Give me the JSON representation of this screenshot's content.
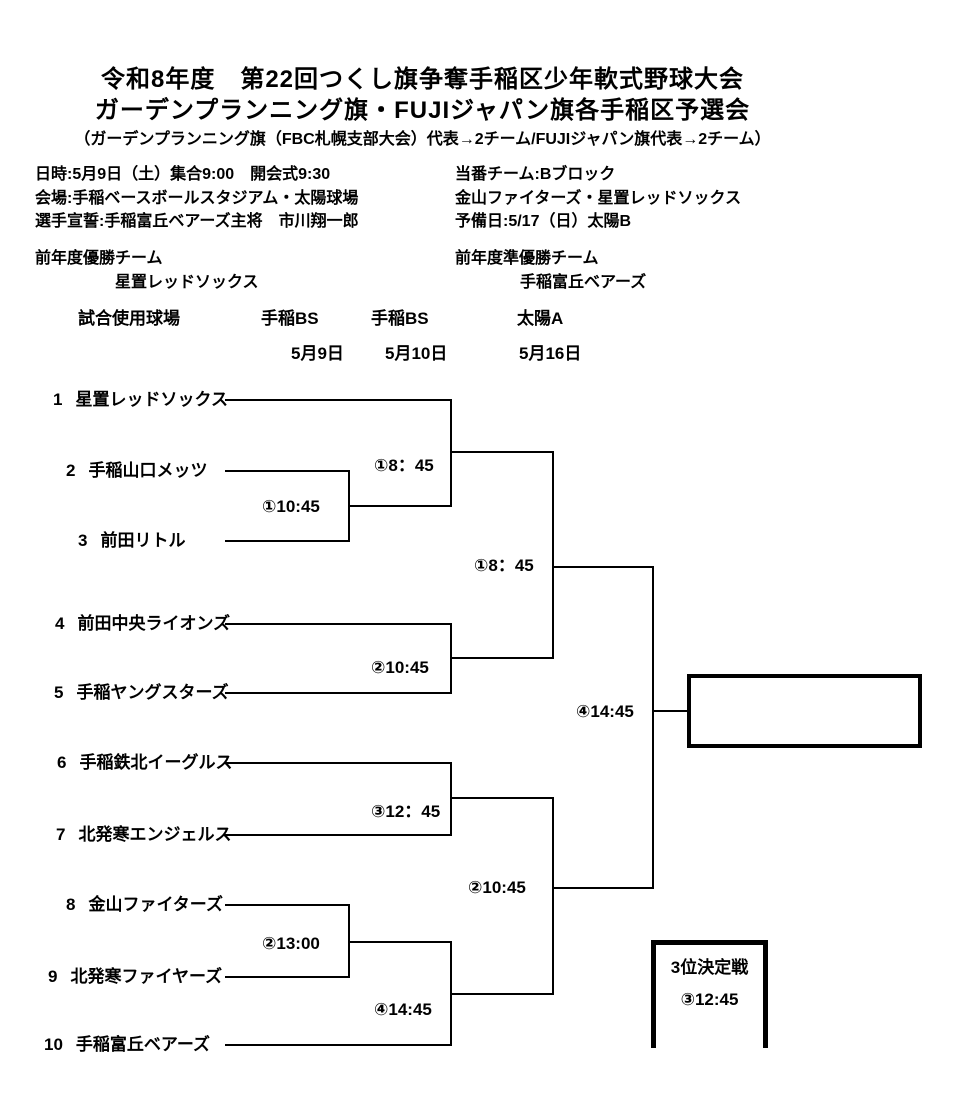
{
  "header": {
    "title_line1": "令和8年度　第22回つくし旗争奪手稲区少年軟式野球大会",
    "title_line2": "ガーデンプランニング旗・FUJIジャパン旗各手稲区予選会",
    "title_line3": "（ガーデンプランニング旗（FBC札幌支部大会）代表→2チーム/FUJIジャパン旗代表→2チーム）"
  },
  "info_left": {
    "lines": [
      "日時:5月9日（土）集合9:00　開会式9:30",
      "会場:手稲ベースボールスタジアム・太陽球場",
      "選手宣誓:手稲富丘ベアーズ主将　市川翔一郎"
    ]
  },
  "info_right": {
    "lines": [
      "当番チーム:Bブロック",
      "金山ファイターズ・星置レッドソックス",
      "予備日:5/17（日）太陽B"
    ]
  },
  "previous_results": {
    "champion_label": "前年度優勝チーム",
    "champion_team": "星置レッドソックス",
    "runner_up_label": "前年度準優勝チーム",
    "runner_up_team": "手稲富丘ベアーズ"
  },
  "schedule": {
    "header": "試合使用球場",
    "venues": [
      "手稲BS",
      "手稲BS",
      "太陽A"
    ],
    "dates": [
      "5月9日",
      "5月10日",
      "5月16日"
    ]
  },
  "bracket": {
    "teams": [
      {
        "seed": "1",
        "name": "星置レッドソックス"
      },
      {
        "seed": "2",
        "name": "手稲山口メッツ"
      },
      {
        "seed": "3",
        "name": "前田リトル"
      },
      {
        "seed": "4",
        "name": "前田中央ライオンズ"
      },
      {
        "seed": "5",
        "name": "手稲ヤングスターズ"
      },
      {
        "seed": "6",
        "name": "手稲鉄北イーグルス"
      },
      {
        "seed": "7",
        "name": "北発寒エンジェルス"
      },
      {
        "seed": "8",
        "name": "金山ファイターズ"
      },
      {
        "seed": "9",
        "name": "北発寒ファイヤーズ"
      },
      {
        "seed": "10",
        "name": "手稲富丘ベアーズ"
      }
    ],
    "match_times": {
      "round1_a": "①10:45",
      "round1_b": "②13:00",
      "round2_a": "①8：45",
      "round2_b": "②10:45",
      "round2_c": "③12：45",
      "round2_d": "④14:45",
      "semifinal_a": "①8：45",
      "semifinal_b": "②10:45",
      "final": "④14:45"
    },
    "third_place_box": {
      "title": "3位決定戦",
      "time": "③12:45"
    },
    "line_color": "#000000"
  }
}
